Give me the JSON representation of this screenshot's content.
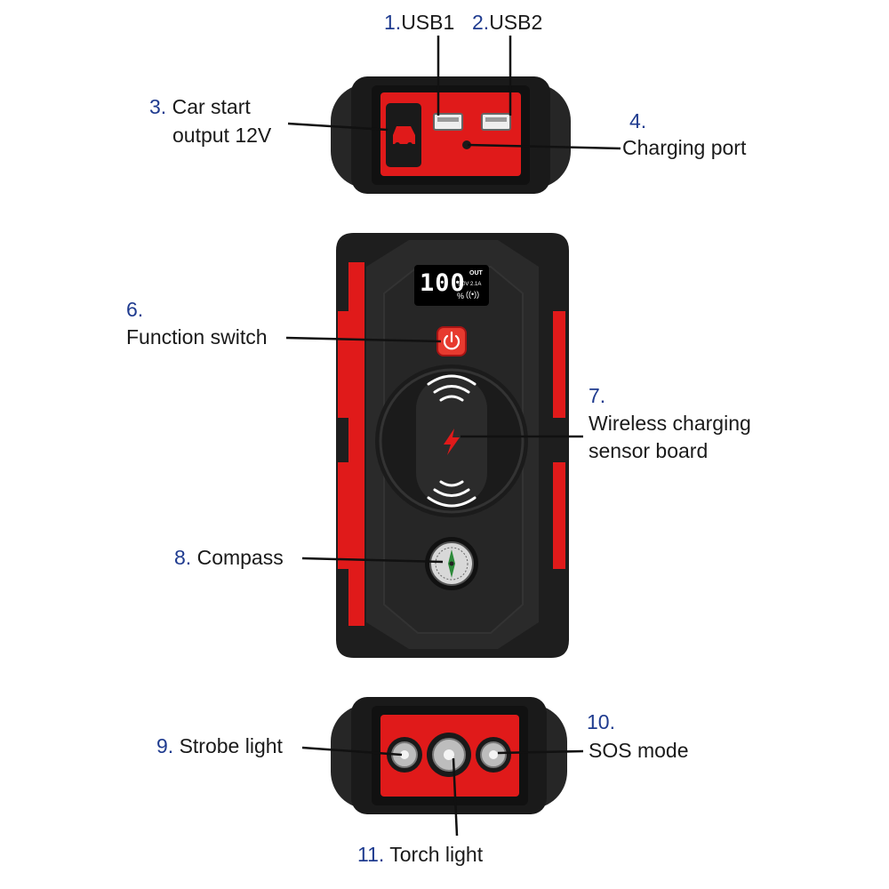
{
  "colors": {
    "accent_red": "#e01a1a",
    "body_black": "#1e1e1e",
    "number_blue": "#1f3b8f",
    "leader_line": "#111111"
  },
  "device": {
    "display": {
      "value": "100",
      "unit": "%",
      "out_label": "OUT",
      "rating": "5.0V 2.1A",
      "wireless_icon": "wireless-signal-icon"
    },
    "power_icon": "power-icon",
    "lightning_icon": "lightning-icon",
    "car_icon": "car-icon"
  },
  "callouts": [
    {
      "num": "1.",
      "text": "USB1"
    },
    {
      "num": "2.",
      "text": "USB2"
    },
    {
      "num": "3.",
      "text": "Car start",
      "text2": "output 12V"
    },
    {
      "num": "4.",
      "text": "Charging port"
    },
    {
      "num": "6.",
      "text": "Function switch"
    },
    {
      "num": "7.",
      "text": "Wireless charging",
      "text2": "sensor board"
    },
    {
      "num": "8.",
      "text": "Compass"
    },
    {
      "num": "9.",
      "text": "Strobe light"
    },
    {
      "num": "10.",
      "text": "SOS mode"
    },
    {
      "num": "11.",
      "text": "Torch light"
    }
  ]
}
